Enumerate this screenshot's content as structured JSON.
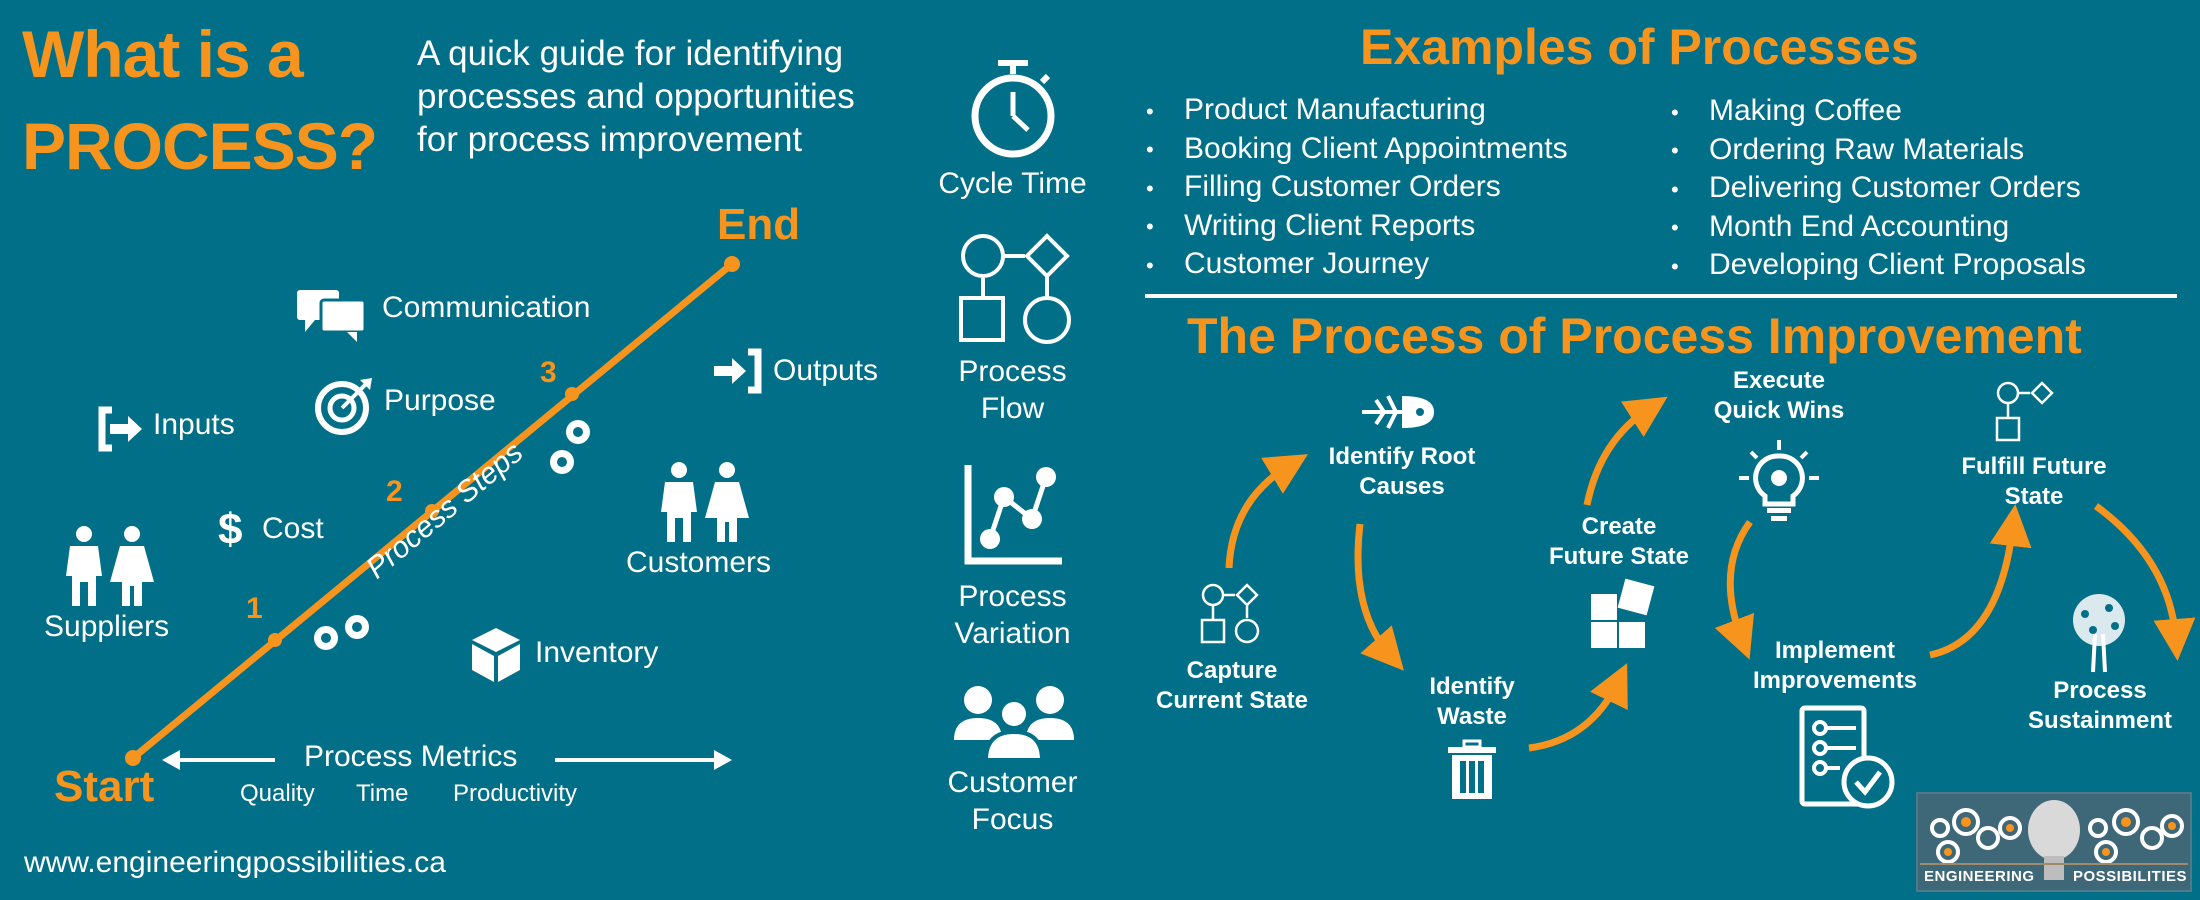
{
  "colors": {
    "background": "#006F87",
    "accent": "#F7941D",
    "text": "#FFFFFF",
    "logo_bg": "#3E6778"
  },
  "header": {
    "title_line1": "What is a",
    "title_line2": "PROCESS?",
    "subtitle_line1": "A quick guide for identifying",
    "subtitle_line2": "processes and opportunities",
    "subtitle_line3": "for process improvement"
  },
  "diagram": {
    "end_label": "End",
    "start_label": "Start",
    "steps_label": "Process Steps",
    "step_numbers": [
      "1",
      "2",
      "3"
    ],
    "elements": {
      "communication": {
        "label": "Communication",
        "icon": "speech-bubbles-icon"
      },
      "purpose": {
        "label": "Purpose",
        "icon": "target-icon"
      },
      "inputs": {
        "label": "Inputs",
        "icon": "input-arrow-icon"
      },
      "outputs": {
        "label": "Outputs",
        "icon": "output-arrow-icon"
      },
      "cost": {
        "label": "Cost",
        "icon": "dollar-icon"
      },
      "suppliers": {
        "label": "Suppliers",
        "icon": "people-icon"
      },
      "customers": {
        "label": "Customers",
        "icon": "people-icon"
      },
      "inventory": {
        "label": "Inventory",
        "icon": "box-icon"
      }
    },
    "metrics": {
      "label": "Process Metrics",
      "items": [
        "Quality",
        "Time",
        "Productivity"
      ]
    }
  },
  "focus_areas": [
    {
      "line1": "Cycle Time",
      "line2": "",
      "icon": "stopwatch-icon"
    },
    {
      "line1": "Process",
      "line2": "Flow",
      "icon": "flowchart-icon"
    },
    {
      "line1": "Process",
      "line2": "Variation",
      "icon": "line-chart-icon"
    },
    {
      "line1": "Customer",
      "line2": "Focus",
      "icon": "group-icon"
    }
  ],
  "examples": {
    "title": "Examples of Processes",
    "left": [
      "Product Manufacturing",
      "Booking Client Appointments",
      "Filling Customer Orders",
      "Writing Client Reports",
      "Customer Journey"
    ],
    "right": [
      "Making Coffee",
      "Ordering Raw Materials",
      "Delivering Customer Orders",
      "Month End Accounting",
      "Developing Client Proposals"
    ]
  },
  "improvement": {
    "title": "The Process of Process Improvement",
    "steps": [
      {
        "line1": "Capture",
        "line2": "Current State",
        "icon": "flowchart-icon"
      },
      {
        "line1": "Identify Root",
        "line2": "Causes",
        "icon": "fishbone-icon"
      },
      {
        "line1": "Identify",
        "line2": "Waste",
        "icon": "trash-icon"
      },
      {
        "line1": "Create",
        "line2": "Future State",
        "icon": "puzzle-icon"
      },
      {
        "line1": "Execute",
        "line2": "Quick Wins",
        "icon": "lightbulb-gear-icon"
      },
      {
        "line1": "Implement",
        "line2": "Improvements",
        "icon": "checklist-icon"
      },
      {
        "line1": "Fulfill Future",
        "line2": "State",
        "icon": "flowchart-icon"
      },
      {
        "line1": "Process",
        "line2": "Sustainment",
        "icon": "tree-icon"
      }
    ]
  },
  "footer": {
    "url": "www.engineeringpossibilities.ca"
  },
  "logo": {
    "word1": "ENGINEERING",
    "word2": "POSSIBILITIES"
  }
}
